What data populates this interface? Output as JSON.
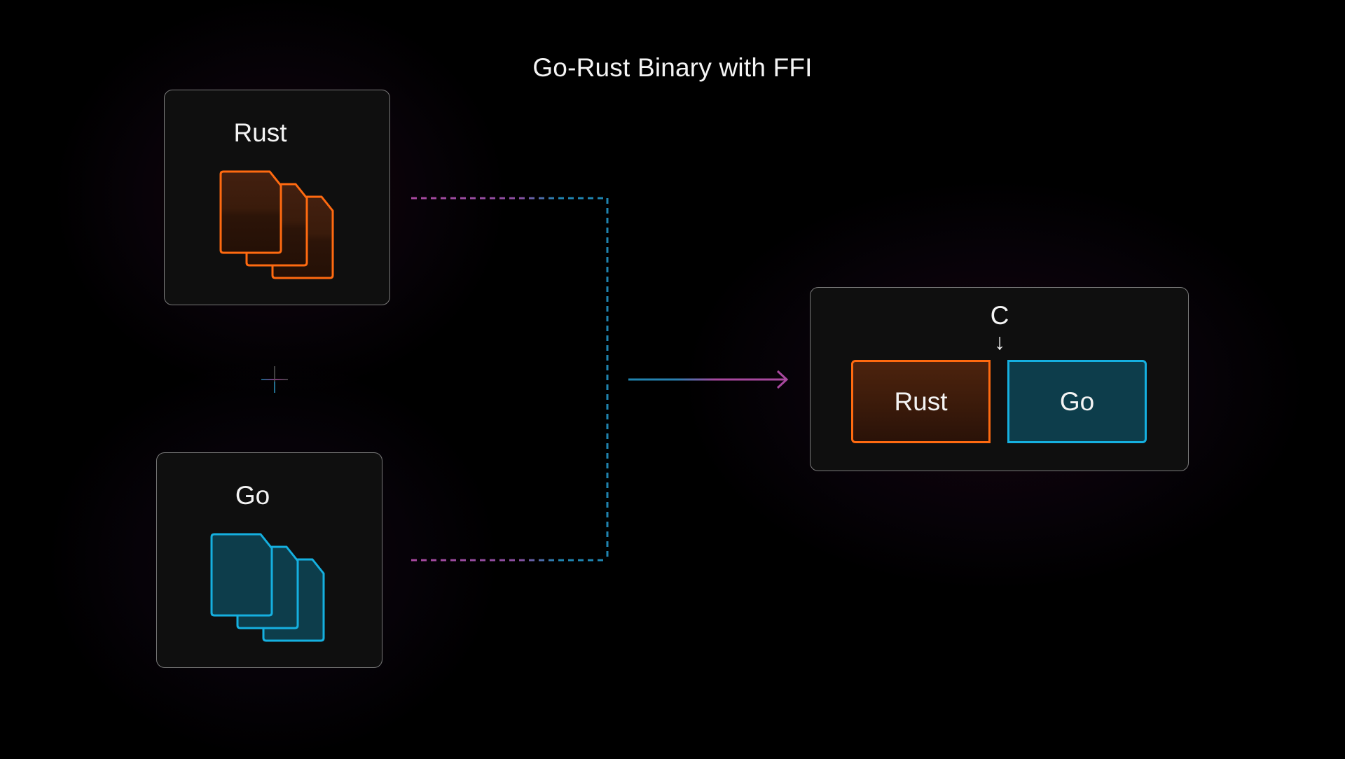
{
  "title": "Go-Rust Binary with FFI",
  "inputs": {
    "rust": {
      "label": "Rust",
      "icon": "files-stack-icon",
      "color": "#ff6a10",
      "fill": "#3a1a0a"
    },
    "go": {
      "label": "Go",
      "icon": "files-stack-icon",
      "color": "#15b0e0",
      "fill": "#0d3d4b"
    },
    "combine_symbol": "plus-icon"
  },
  "output": {
    "bridge_label": "C",
    "bridge_arrow": "↓",
    "blocks": [
      {
        "label": "Rust",
        "color": "#ff6a10"
      },
      {
        "label": "Go",
        "color": "#15b0e0"
      }
    ]
  },
  "colors": {
    "background": "#000000",
    "card": "#0f0f0f",
    "card_border": "#7a7a7a",
    "connector_start": "#a8489e",
    "connector_end": "#1f84b0"
  }
}
